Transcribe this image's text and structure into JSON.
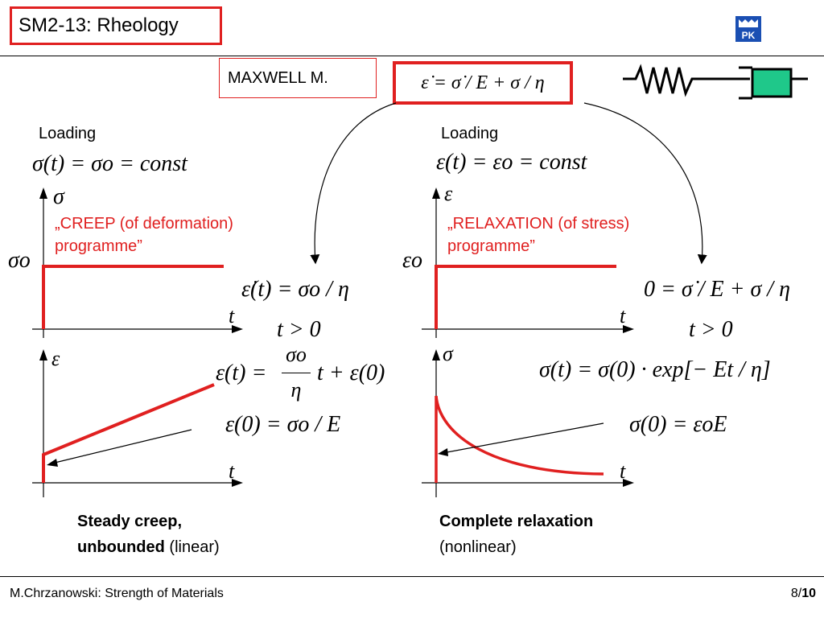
{
  "header": {
    "title": "SM2-13: Rheology",
    "logo_text": "PK"
  },
  "model": {
    "name": "MAXWELL  M.",
    "equation": "ε̇ = σ̇ / E + σ / η"
  },
  "left": {
    "loading_label": "Loading",
    "loading_equation": "σ(t) = σo = const",
    "axis_top_y": "σ",
    "level_label": "σo",
    "program_line1": "„CREEP (of deformation)",
    "program_line2": "programme”",
    "axis_top_x": "t",
    "rate_equation": "ε̇(t) = σo / η",
    "t_condition": "t > 0",
    "axis_bottom_y": "ε",
    "solution_lhs": "ε(t) =",
    "solution_num": "σo",
    "solution_den": "η",
    "solution_rhs": "t + ε(0)",
    "initial_equation": "ε(0) = σo / E",
    "axis_bottom_x": "t",
    "caption_bold1": "Steady creep,",
    "caption_bold2": "unbounded",
    "caption_normal2": " (linear)"
  },
  "right": {
    "loading_label": "Loading",
    "loading_equation": "ε(t) = εo = const",
    "axis_top_y": "ε",
    "level_label": "εo",
    "program_line1": "„RELAXATION (of stress)",
    "program_line2": "programme”",
    "axis_top_x": "t",
    "rate_equation": "0 = σ̇ / E + σ / η",
    "t_condition": "t > 0",
    "axis_bottom_y": "σ",
    "solution_equation": "σ(t) = σ(0) · exp[− Et / η]",
    "initial_equation": "σ(0) = εoE",
    "axis_bottom_x": "t",
    "caption_bold1": "Complete relaxation",
    "caption_normal2": "(nonlinear)"
  },
  "footer": {
    "author": "M.Chrzanowski: Strength of Materials",
    "page_current": "8",
    "page_sep": "/",
    "page_total": "10"
  },
  "colors": {
    "accent_red": "#e02020",
    "dashpot_green": "#1fc88a"
  }
}
